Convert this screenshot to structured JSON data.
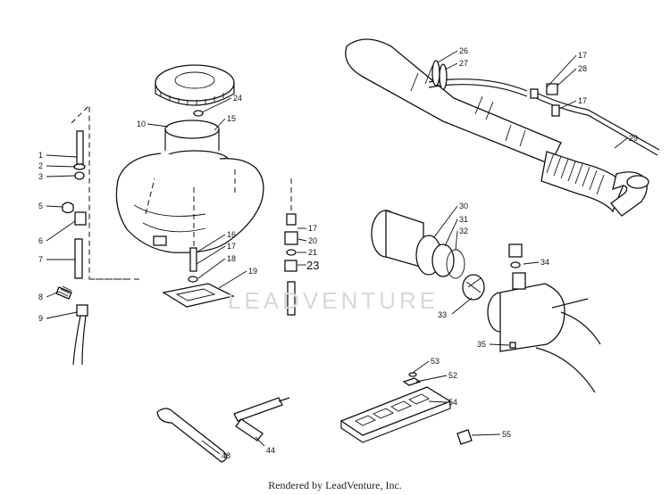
{
  "diagram": {
    "callouts": [
      {
        "id": "c1",
        "text": "1",
        "big": false
      },
      {
        "id": "c2",
        "text": "2",
        "big": false
      },
      {
        "id": "c3",
        "text": "3",
        "big": false
      },
      {
        "id": "c5",
        "text": "5",
        "big": false
      },
      {
        "id": "c6",
        "text": "6",
        "big": false
      },
      {
        "id": "c7",
        "text": "7",
        "big": false
      },
      {
        "id": "c8",
        "text": "8",
        "big": false
      },
      {
        "id": "c9",
        "text": "9",
        "big": false
      },
      {
        "id": "c10",
        "text": "10",
        "big": false
      },
      {
        "id": "c15",
        "text": "15",
        "big": false
      },
      {
        "id": "c24",
        "text": "24",
        "big": false
      },
      {
        "id": "c16",
        "text": "16",
        "big": false
      },
      {
        "id": "c17a",
        "text": "17",
        "big": false
      },
      {
        "id": "c18",
        "text": "18",
        "big": false
      },
      {
        "id": "c19",
        "text": "19",
        "big": false
      },
      {
        "id": "c17b",
        "text": "17",
        "big": false
      },
      {
        "id": "c20",
        "text": "20",
        "big": false
      },
      {
        "id": "c21",
        "text": "21",
        "big": false
      },
      {
        "id": "c23",
        "text": "23",
        "big": true
      },
      {
        "id": "c26",
        "text": "26",
        "big": false
      },
      {
        "id": "c27",
        "text": "27",
        "big": false
      },
      {
        "id": "c17c",
        "text": "17",
        "big": false
      },
      {
        "id": "c28",
        "text": "28",
        "big": false
      },
      {
        "id": "c17d",
        "text": "17",
        "big": false
      },
      {
        "id": "c29",
        "text": "29",
        "big": false
      },
      {
        "id": "c30",
        "text": "30",
        "big": false
      },
      {
        "id": "c31",
        "text": "31",
        "big": false
      },
      {
        "id": "c32",
        "text": "32",
        "big": false
      },
      {
        "id": "c33",
        "text": "33",
        "big": false
      },
      {
        "id": "c34",
        "text": "34",
        "big": false
      },
      {
        "id": "c35",
        "text": "35",
        "big": false
      },
      {
        "id": "c53",
        "text": "53",
        "big": false
      },
      {
        "id": "c52",
        "text": "52",
        "big": false
      },
      {
        "id": "c54",
        "text": "54",
        "big": false
      },
      {
        "id": "c55",
        "text": "55",
        "big": false
      },
      {
        "id": "c48",
        "text": "48",
        "big": false
      },
      {
        "id": "c44",
        "text": "44",
        "big": false
      }
    ]
  },
  "watermark": "LEADVENTURE",
  "footer": "Rendered by LeadVenture, Inc."
}
